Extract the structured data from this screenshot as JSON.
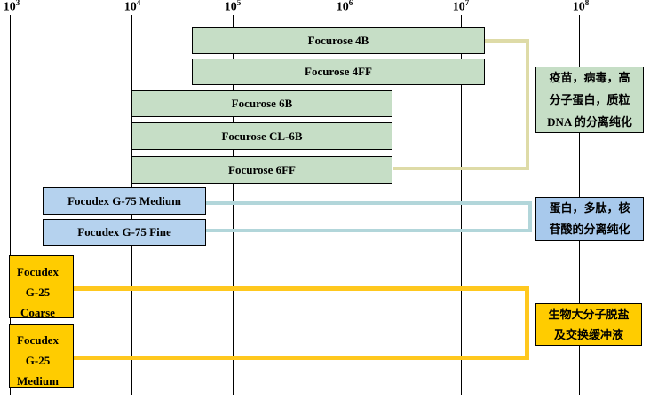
{
  "axis": {
    "base": "10",
    "exponents": [
      "3",
      "4",
      "5",
      "6",
      "7",
      "8"
    ]
  },
  "bars": {
    "green": [
      {
        "label": "Focurose 4B"
      },
      {
        "label": "Focurose 4FF"
      },
      {
        "label": "Focurose 6B"
      },
      {
        "label": "Focurose CL-6B"
      },
      {
        "label": "Focurose 6FF"
      }
    ],
    "blue": [
      {
        "label": "Focudex G-75 Medium"
      },
      {
        "label": "Focudex G-75 Fine"
      }
    ],
    "yellow": [
      {
        "label": "Focudex\nG-25\nCoarse"
      },
      {
        "label": "Focudex\nG-25\nMedium"
      }
    ]
  },
  "notes": {
    "green": "疫苗，病毒，高\n分子蛋白，质粒\nDNA 的分离纯化",
    "blue": "蛋白，多肽，核\n苷酸的分离纯化",
    "yellow": "生物大分子脱盐\n及交换缓冲液"
  },
  "colors": {
    "green_fill": "#c6dec6",
    "blue_fill": "#b5d2ee",
    "blue_note_fill": "#a8c9ec",
    "yellow_fill": "#ffcc00",
    "beige_connector": "#dedba7",
    "cyan_connector": "#b2d6da",
    "gold_connector": "#ffc81e"
  },
  "chart_data": {
    "type": "bar",
    "subtype": "horizontal-range-gantt",
    "title": "",
    "xlabel": "",
    "ylabel": "",
    "x_axis": {
      "scale": "log",
      "range": [
        1000,
        100000000
      ],
      "tick_labels": [
        "10^3",
        "10^4",
        "10^5",
        "10^6",
        "10^7",
        "10^8"
      ],
      "grid": true
    },
    "series": [
      {
        "label": "Focurose 4B",
        "range_estimate": [
          40000,
          20000000
        ],
        "color": "#c6dec6",
        "group": "agarose-4"
      },
      {
        "label": "Focurose 4FF",
        "range_estimate": [
          40000,
          20000000
        ],
        "color": "#c6dec6",
        "group": "agarose-4"
      },
      {
        "label": "Focurose 6B",
        "range_estimate": [
          10000,
          3000000
        ],
        "color": "#c6dec6",
        "group": "agarose-6"
      },
      {
        "label": "Focurose CL-6B",
        "range_estimate": [
          10000,
          3000000
        ],
        "color": "#c6dec6",
        "group": "agarose-6"
      },
      {
        "label": "Focurose 6FF",
        "range_estimate": [
          10000,
          3000000
        ],
        "color": "#c6dec6",
        "group": "agarose-6"
      },
      {
        "label": "Focudex G-75 Medium",
        "range_estimate": [
          2000,
          60000
        ],
        "color": "#b5d2ee",
        "group": "dextran-g75"
      },
      {
        "label": "Focudex G-75 Fine",
        "range_estimate": [
          2000,
          60000
        ],
        "color": "#b5d2ee",
        "group": "dextran-g75"
      },
      {
        "label": "Focudex G-25 Coarse",
        "range_estimate": [
          1000,
          3000
        ],
        "color": "#ffcc00",
        "group": "dextran-g25"
      },
      {
        "label": "Focudex G-25 Medium",
        "range_estimate": [
          1000,
          3000
        ],
        "color": "#ffcc00",
        "group": "dextran-g25"
      }
    ],
    "annotations": [
      {
        "text": "疫苗，病毒，高分子蛋白，质粒DNA的分离纯化",
        "applies_to": [
          "Focurose 4B",
          "Focurose 4FF",
          "Focurose 6B",
          "Focurose CL-6B",
          "Focurose 6FF"
        ],
        "color": "#c6dec6"
      },
      {
        "text": "蛋白，多肽，核苷酸的分离纯化",
        "applies_to": [
          "Focudex G-75 Medium",
          "Focudex G-75 Fine"
        ],
        "color": "#a8c9ec"
      },
      {
        "text": "生物大分子脱盐及交换缓冲液",
        "applies_to": [
          "Focudex G-25 Coarse",
          "Focudex G-25 Medium"
        ],
        "color": "#ffcc00"
      }
    ],
    "legend_position": "none"
  }
}
